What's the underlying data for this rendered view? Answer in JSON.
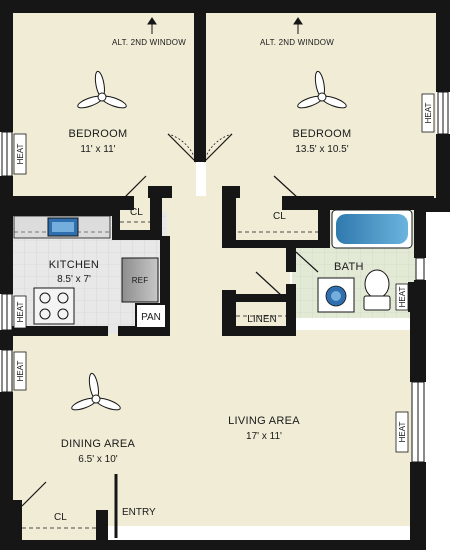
{
  "rooms": {
    "bedroom_left": {
      "name": "BEDROOM",
      "dim": "11' x 11'"
    },
    "bedroom_right": {
      "name": "BEDROOM",
      "dim": "13.5' x 10.5'"
    },
    "kitchen": {
      "name": "KITCHEN",
      "dim": "8.5' x 7'"
    },
    "bath": {
      "name": "BATH"
    },
    "living": {
      "name": "LIVING AREA",
      "dim": "17' x 11'"
    },
    "dining": {
      "name": "DINING AREA",
      "dim": "6.5' x 10'"
    }
  },
  "labels": {
    "alt_window_left": "ALT. 2ND WINDOW",
    "alt_window_right": "ALT. 2ND WINDOW",
    "closet_left": "CL",
    "closet_right": "CL",
    "closet_entry": "CL",
    "linen": "LINEN",
    "pantry": "PAN",
    "refrigerator": "REF",
    "entry": "ENTRY"
  },
  "heaters": {
    "bedroom_left": "HEAT",
    "bedroom_right": "HEAT",
    "kitchen": "HEAT",
    "dining": "HEAT",
    "bath": "HEAT",
    "living": "HEAT"
  },
  "colors": {
    "floor": "#f0ecd6",
    "wall": "#161616",
    "tile": "#e2ead6",
    "kitchen_floor": "#e6e6e6",
    "tub": "#3f86b8"
  }
}
